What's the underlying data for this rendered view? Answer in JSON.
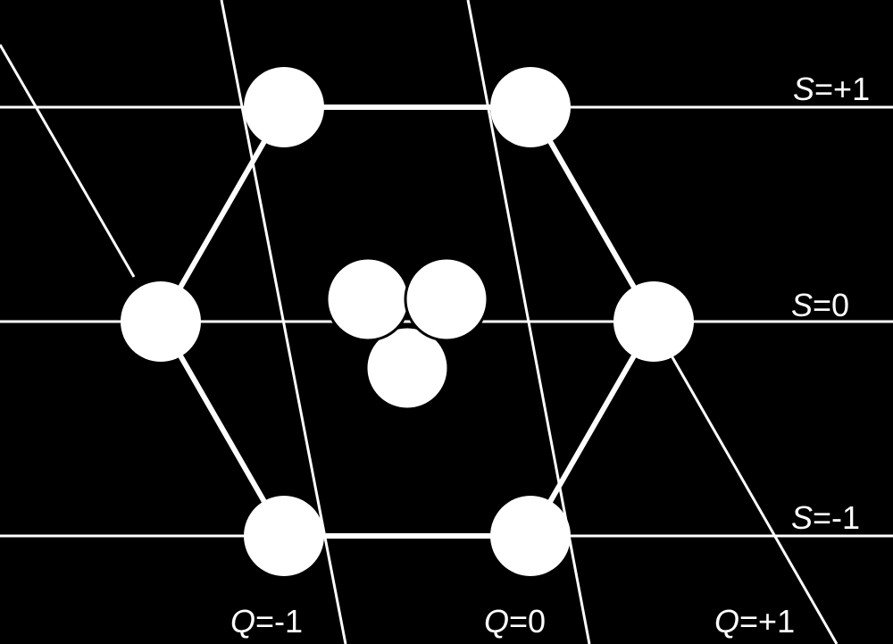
{
  "colors": {
    "background": "#000000",
    "foreground": "#ffffff"
  },
  "charge_labels": [
    {
      "symbol": "Q",
      "text": "=-1"
    },
    {
      "symbol": "Q",
      "text": "=0"
    },
    {
      "symbol": "Q",
      "text": "=+1"
    }
  ],
  "strangeness_labels": [
    {
      "symbol": "S",
      "text": "=+1"
    },
    {
      "symbol": "S",
      "text": "=0"
    },
    {
      "symbol": "S",
      "text": "=-1"
    }
  ],
  "particle_groups": {
    "hexagon_vertex_count": 6,
    "center_cluster_count": 3
  }
}
